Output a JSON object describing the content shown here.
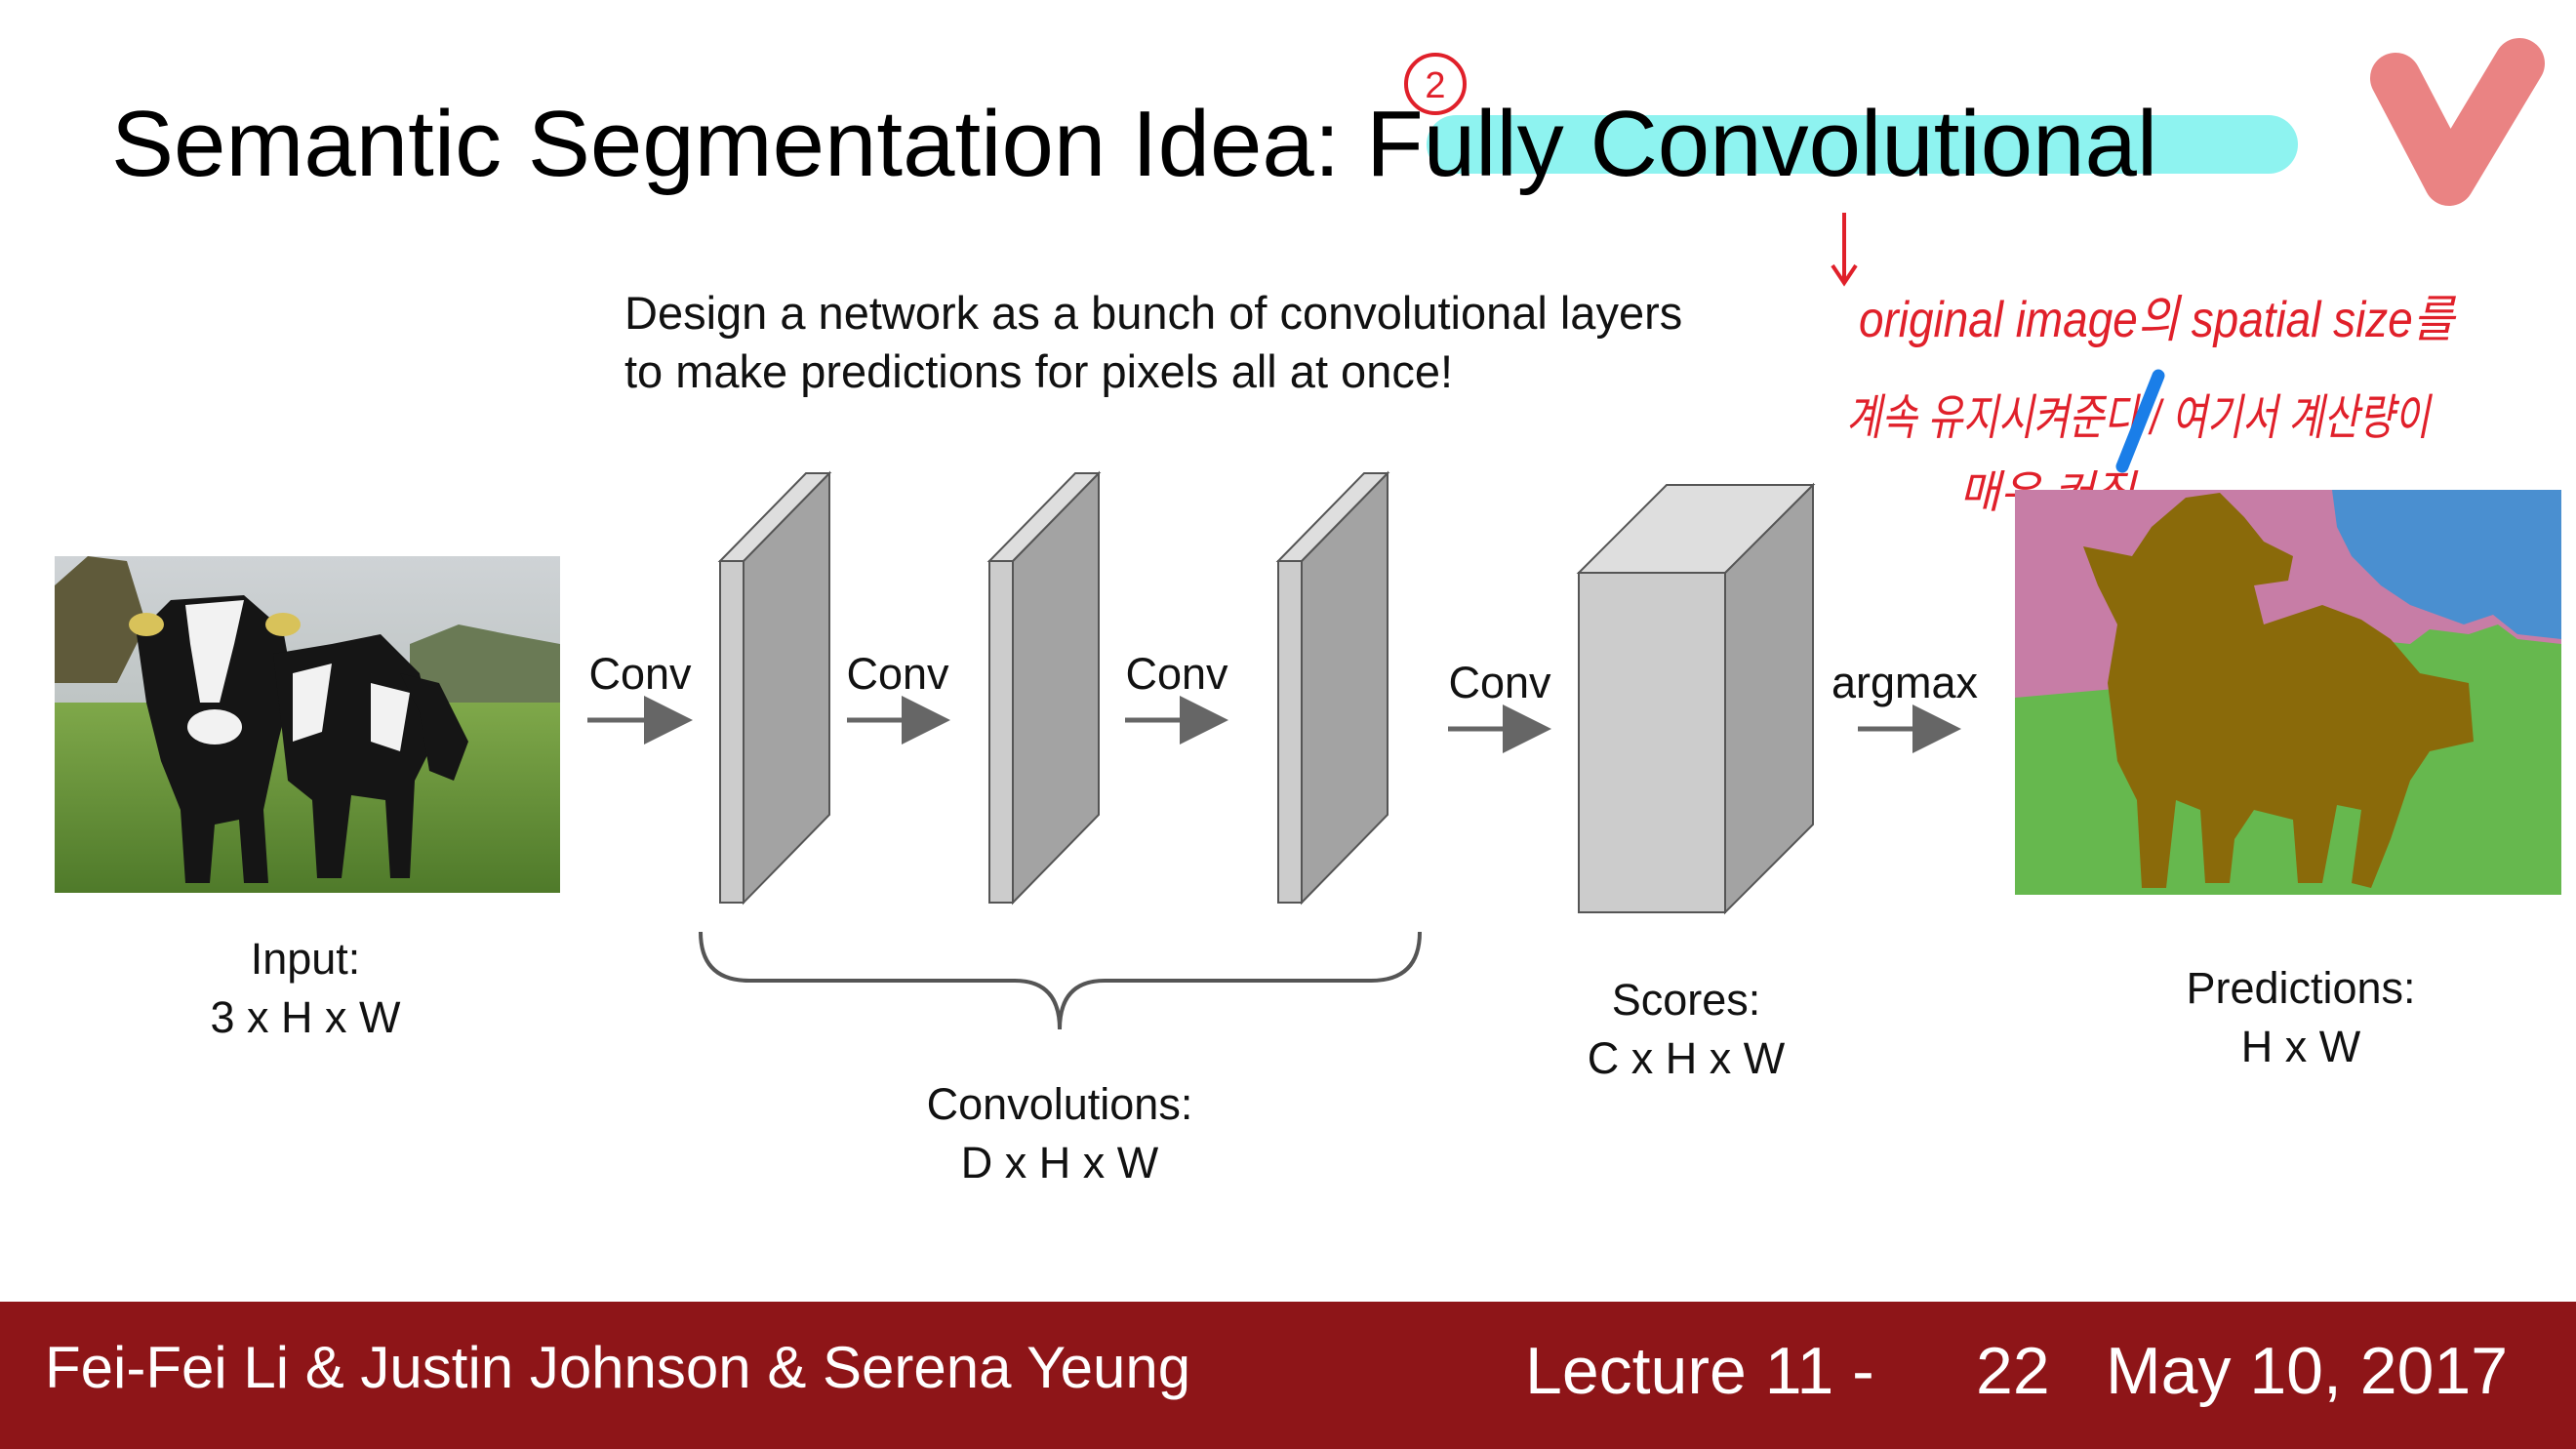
{
  "slide": {
    "title_prefix": "Semantic Segmentation Idea: ",
    "title_highlight": "Fully Convolutional",
    "subtitle_line1": "Design a network as a bunch of convolutional layers",
    "subtitle_line2": "to  make predictions for pixels all at once!"
  },
  "annotations": {
    "circled_number": "2",
    "note_line1": "original image의 spatial size를",
    "note_line2": "계속 유지시켜준다 / 여기서 계산량이",
    "note_line3": "매우 커짐"
  },
  "diagram": {
    "arrow_labels": [
      "Conv",
      "Conv",
      "Conv",
      "Conv",
      "argmax"
    ],
    "input_label_line1": "Input:",
    "input_label_line2": "3 x H x W",
    "conv_label_line1": "Convolutions:",
    "conv_label_line2": "D x H x W",
    "scores_label_line1": "Scores:",
    "scores_label_line2": "C x H x W",
    "pred_label_line1": "Predictions:",
    "pred_label_line2": "H x W"
  },
  "footer": {
    "authors": "Fei-Fei Li & Justin Johnson & Serena Yeung",
    "lecture": "Lecture 11 -",
    "page": "22",
    "date": "May 10, 2017"
  },
  "colors": {
    "footer_bg": "#8e1518",
    "highlight": "#8ef3f0",
    "ink_red": "#e0202a",
    "ink_blue": "#1a7ee8",
    "logo_pink": "#ea8383",
    "seg_pink": "#c77da6",
    "seg_blue": "#4a8fd0",
    "seg_green": "#66b84e",
    "seg_brown": "#8a6a0a"
  }
}
